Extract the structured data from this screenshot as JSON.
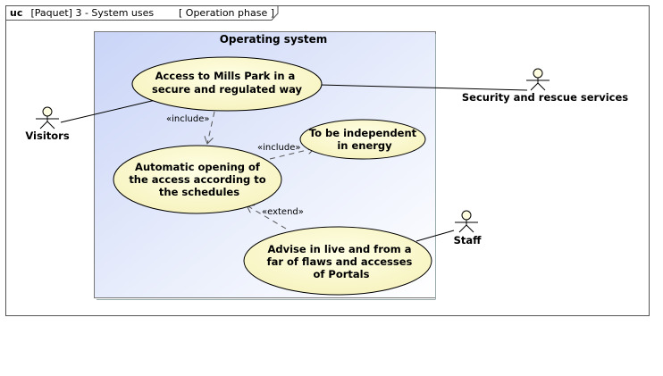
{
  "frame": {
    "kind": "uc",
    "name": "[Paquet] 3 - System uses",
    "phase": "[ Operation phase ]"
  },
  "system": {
    "title": "Operating system"
  },
  "use_cases": {
    "access": [
      "Access to Mills Park in a",
      "secure and regulated way"
    ],
    "energy": [
      "To be independent",
      "in energy"
    ],
    "opening": [
      "Automatic opening of",
      "the access according to",
      "the schedules"
    ],
    "advise": [
      "Advise in live and from a",
      "far of flaws and accesses",
      "of Portals"
    ]
  },
  "actors": {
    "visitors": "Visitors",
    "security": "Security and rescue services",
    "staff": "Staff"
  },
  "relations": {
    "include_1": "«include»",
    "include_2": "«include»",
    "extend": "«extend»"
  },
  "colors": {
    "use_case_fill": "#ffffd6",
    "system_fill": "#dfe6fb",
    "actor_head": "#fffde0"
  }
}
